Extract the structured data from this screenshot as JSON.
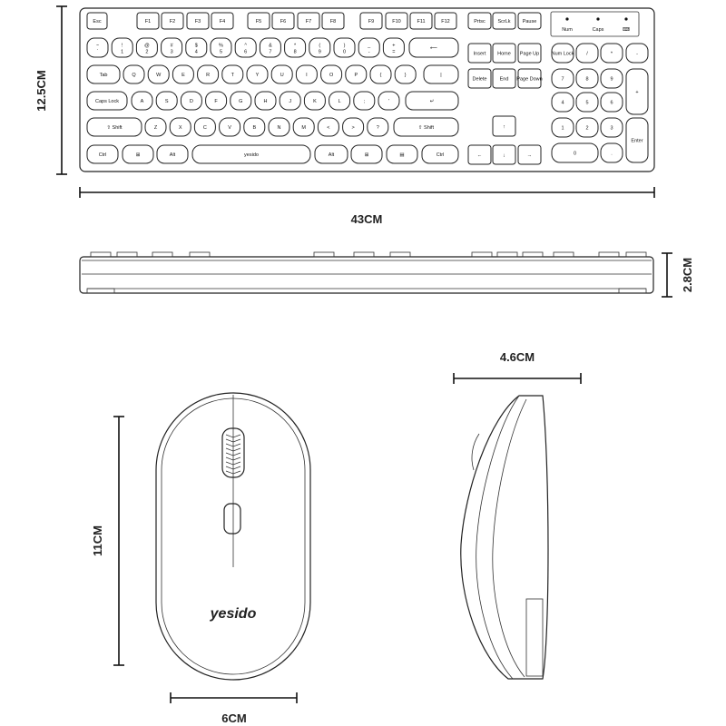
{
  "dimensions": {
    "keyboard_height": "12.5CM",
    "keyboard_width": "43CM",
    "keyboard_thickness": "2.8CM",
    "mouse_length": "11CM",
    "mouse_width": "6CM",
    "mouse_height": "4.6CM"
  },
  "brand": "yesido",
  "indicators": [
    "Num",
    "Caps",
    "⌨"
  ],
  "keys": {
    "fn_row": [
      "Esc",
      "F1",
      "F2",
      "F3",
      "F4",
      "F5",
      "F6",
      "F7",
      "F8",
      "F9",
      "F10",
      "F11",
      "F12"
    ],
    "nav_top": [
      "Prtsc",
      "ScrLk",
      "Pause"
    ],
    "num_row": [
      "~",
      "!",
      "@",
      "#",
      "$",
      "%",
      "^",
      "&",
      "*",
      "(",
      ")",
      "_",
      "+",
      "⟵"
    ],
    "num_row_sub": [
      "`",
      "1",
      "2",
      "3",
      "4",
      "5",
      "6",
      "7",
      "8",
      "9",
      "0",
      "-",
      "="
    ],
    "q_row": [
      "Tab",
      "Q",
      "W",
      "E",
      "R",
      "T",
      "Y",
      "U",
      "I",
      "O",
      "P",
      "{",
      "}",
      "|"
    ],
    "a_row": [
      "Caps Lock",
      "A",
      "S",
      "D",
      "F",
      "G",
      "H",
      "J",
      "K",
      "L",
      ";",
      "'",
      "↵"
    ],
    "z_row": [
      "⇧ Shift",
      "Z",
      "X",
      "C",
      "V",
      "B",
      "N",
      "M",
      "<",
      ">",
      "?",
      "⇧ Shift"
    ],
    "bottom_row": [
      "Ctrl",
      "⊞",
      "Alt",
      "Alt",
      "⊞",
      "▤",
      "Ctrl"
    ],
    "nav_mid1": [
      "Insert",
      "Home",
      "Page Up"
    ],
    "nav_mid2": [
      "Delete",
      "End",
      "Page Down"
    ],
    "arrows": [
      "↑",
      "←",
      "↓",
      "→"
    ],
    "numpad_r1": [
      "Num Lock",
      "/",
      "*",
      "-"
    ],
    "numpad_r2": [
      "7",
      "8",
      "9"
    ],
    "numpad_r3": [
      "4",
      "5",
      "6"
    ],
    "numpad_r4": [
      "1",
      "2",
      "3"
    ],
    "numpad_r5": [
      "0",
      "."
    ],
    "numpad_plus": "+",
    "numpad_enter": "Enter"
  }
}
